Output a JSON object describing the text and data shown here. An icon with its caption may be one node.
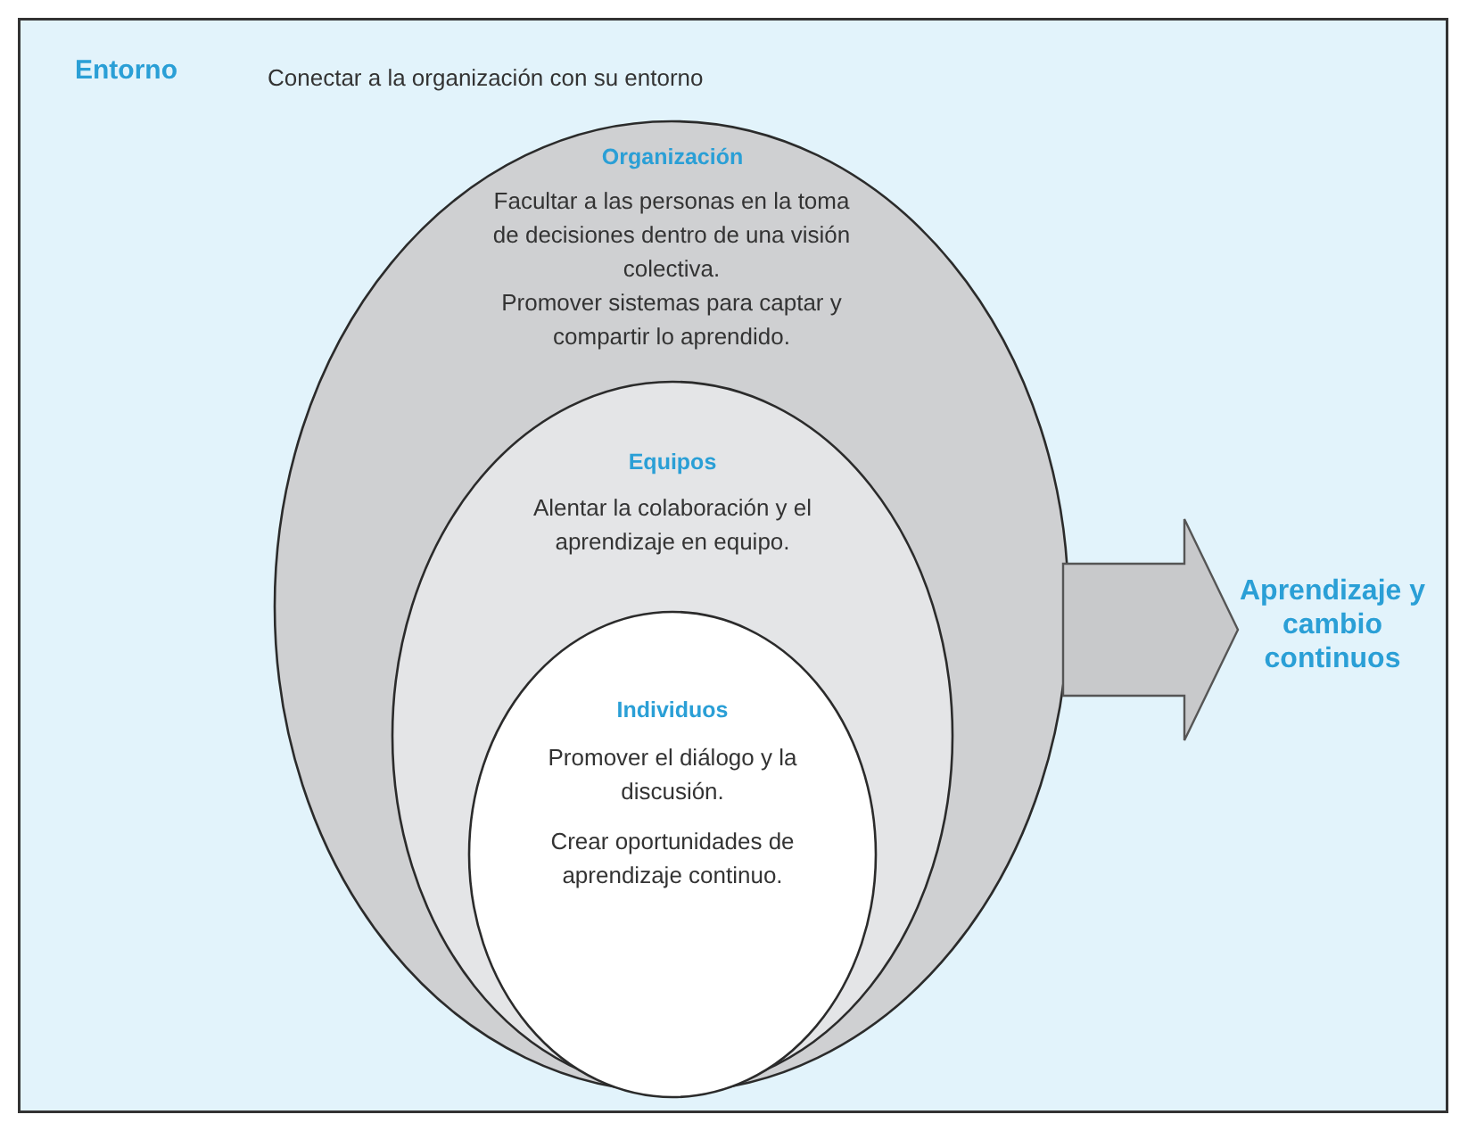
{
  "diagram": {
    "nodes": [
      {
        "text": [
          "Entorno",
          "Conectar a la organización con su entorno"
        ]
      },
      {
        "text": [
          "Organización",
          "Facultar a las personas en la toma de decisiones dentro de una visión colectiva.",
          "Promover sistemas para captar y compartir lo aprendido."
        ],
        "in": 0
      },
      {
        "text": [
          "Equipos",
          "Alentar la colaboración y el aprendizaje en equipo."
        ],
        "in": 1
      },
      {
        "text": [
          "Individuos",
          "Promover el diálogo y la discusión.",
          "Crear oportunidades de aprendizaje continuo."
        ],
        "in": 2
      },
      {
        "text": [
          "Aprendizaje y cambio continuos"
        ],
        "in": 0
      }
    ],
    "edges": [
      {
        "from": 1,
        "to": 4,
        "arrow": "to",
        "style": "thick"
      }
    ]
  }
}
